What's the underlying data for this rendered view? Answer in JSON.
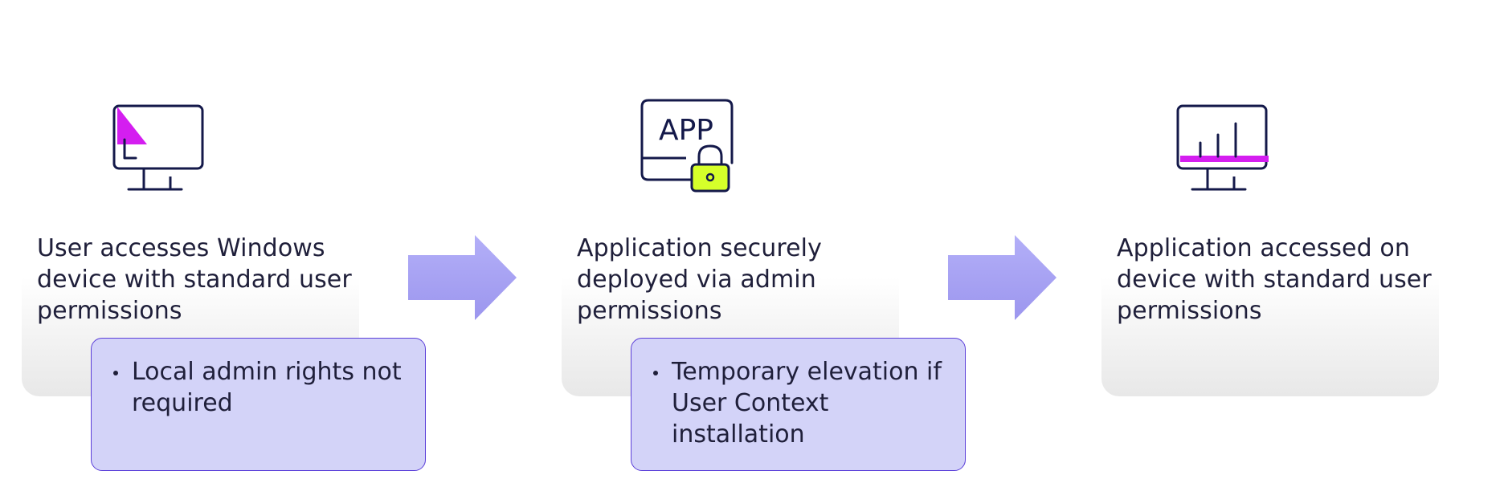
{
  "steps": [
    {
      "text": "User accesses Windows device with standard user permissions",
      "icon": "monitor-icon"
    },
    {
      "text": "Application securely deployed via admin permissions",
      "icon": "app-lock-icon",
      "icon_label": "APP"
    },
    {
      "text": "Application accessed on device with standard user permissions",
      "icon": "monitor-chart-icon"
    }
  ],
  "notes": [
    {
      "bullet": "Local admin rights not required"
    },
    {
      "bullet": "Temporary elevation if User Context installation"
    }
  ],
  "colors": {
    "navy": "#14194a",
    "magenta": "#d41ef0",
    "lime": "#d6ff2a",
    "arrow_top": "#b3aff8",
    "arrow_bottom": "#9c96ee",
    "note_fill": "#d3d3f8",
    "note_border": "#5b3fd9",
    "text": "#1f1f3a"
  }
}
